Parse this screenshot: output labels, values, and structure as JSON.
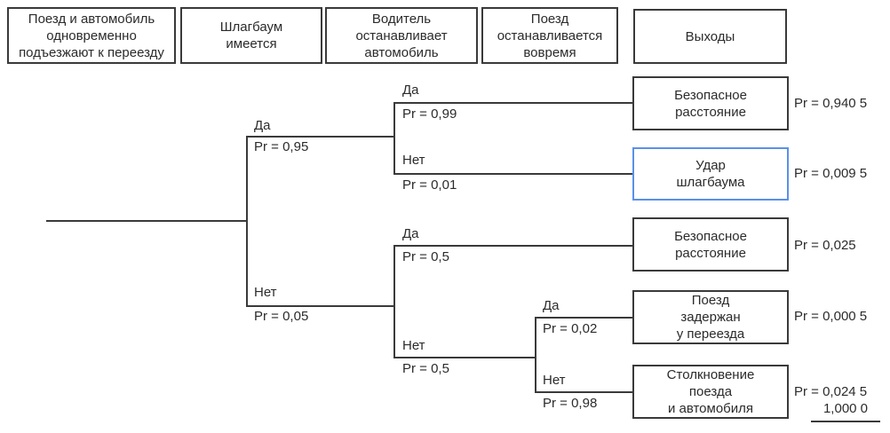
{
  "header": {
    "columns": [
      "Поезд и автомобиль\nодновременно\nподъезжают к переезду",
      "Шлагбаум\nимеется",
      "Водитель\nостанавливает\nавтомобиль",
      "Поезд\nостанавливается\nвовремя",
      "Выходы"
    ]
  },
  "tree": {
    "branches": {
      "barrier_yes": {
        "label": "Да",
        "pr": "Pr = 0,95"
      },
      "barrier_no": {
        "label": "Нет",
        "pr": "Pr = 0,05"
      },
      "driver_stops_yes": {
        "label": "Да",
        "pr": "Pr = 0,99"
      },
      "driver_stops_no": {
        "label": "Нет",
        "pr": "Pr = 0,01"
      },
      "driver_nobarrier_yes": {
        "label": "Да",
        "pr": "Pr = 0,5"
      },
      "driver_nobarrier_no": {
        "label": "Нет",
        "pr": "Pr = 0,5"
      },
      "train_stops_yes": {
        "label": "Да",
        "pr": "Pr = 0,02"
      },
      "train_stops_no": {
        "label": "Нет",
        "pr": "Pr = 0,98"
      }
    },
    "outcomes": [
      {
        "label": "Безопасное\nрасстояние",
        "pr": "Pr = 0,940 5",
        "highlight": false
      },
      {
        "label": "Удар\nшлагбаума",
        "pr": "Pr = 0,009 5",
        "highlight": true
      },
      {
        "label": "Безопасное\nрасстояние",
        "pr": "Pr = 0,025",
        "highlight": false
      },
      {
        "label": "Поезд\nзадержан\nу переезда",
        "pr": "Pr = 0,000 5",
        "highlight": false
      },
      {
        "label": "Столкновение\nпоезда\nи автомобиля",
        "pr": "Pr = 0,024 5",
        "highlight": false
      }
    ],
    "total": "1,000 0"
  },
  "colors": {
    "line": "#3a3a3a",
    "text": "#2b2b2b",
    "highlight_border": "#5b90e8"
  }
}
